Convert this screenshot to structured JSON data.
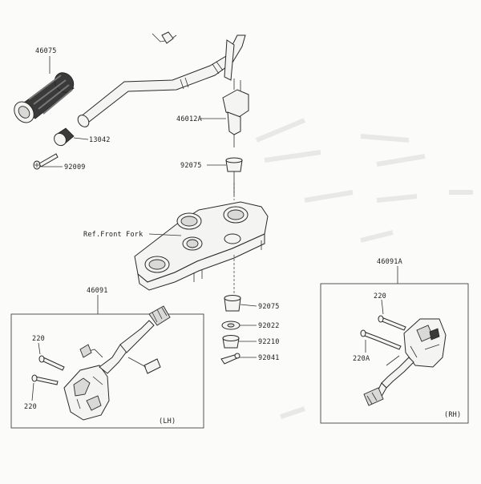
{
  "callouts": {
    "p46075": "46075",
    "p13042": "13042",
    "p92009": "92009",
    "p46012A": "46012A",
    "p92075_top": "92075",
    "ref_front_fork": "Ref.Front Fork",
    "p92075_bottom": "92075",
    "p92022": "92022",
    "p92210": "92210",
    "p92041": "92041",
    "p46091": "46091",
    "p46091A": "46091A",
    "lh_220_a": "220",
    "lh_220_b": "220",
    "rh_220": "220",
    "rh_220A": "220A"
  },
  "box_labels": {
    "lh": "(LH)",
    "rh": "(RH)"
  },
  "colors": {
    "background": "#fbfbf9",
    "linework": "#2a2a2a",
    "dark_parts": "#3a3a3a"
  }
}
